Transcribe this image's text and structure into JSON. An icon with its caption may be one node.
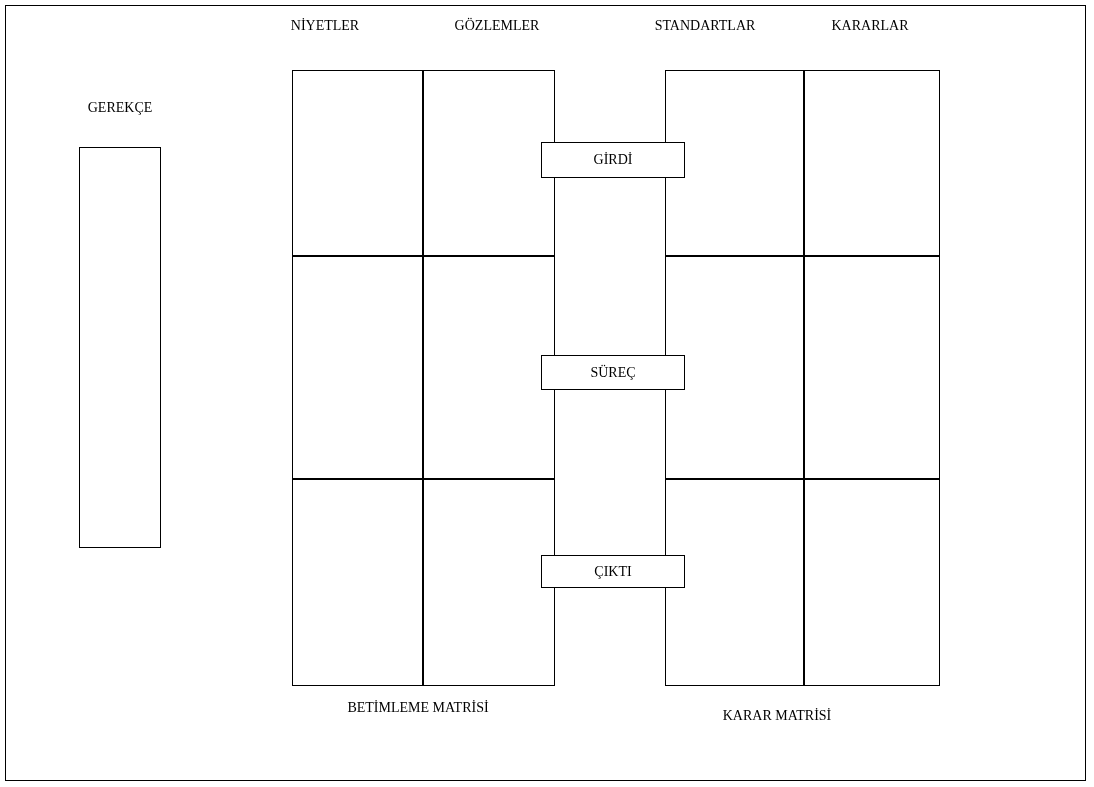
{
  "diagram": {
    "nodes": [
      {
        "text": [
          "GEREKÇE"
        ]
      },
      {
        "text": [
          "BETİMLEME MATRİSİ"
        ]
      },
      {
        "text": [],
        "shape": "box",
        "in": 1
      },
      {
        "text": [],
        "shape": "box",
        "in": 1
      },
      {
        "text": [],
        "shape": "box",
        "in": 1
      },
      {
        "text": [],
        "shape": "box",
        "in": 1
      },
      {
        "text": [],
        "shape": "box",
        "in": 1
      },
      {
        "text": [],
        "shape": "box",
        "in": 1
      },
      {
        "text": [
          "KARAR MATRİSİ"
        ]
      },
      {
        "text": [],
        "shape": "box",
        "in": 8
      },
      {
        "text": [],
        "shape": "box",
        "in": 8
      },
      {
        "text": [],
        "shape": "box",
        "in": 8
      },
      {
        "text": [],
        "shape": "box",
        "in": 8
      },
      {
        "text": [],
        "shape": "box",
        "in": 8
      },
      {
        "text": [],
        "shape": "box",
        "in": 8
      },
      {
        "text": [
          "GİRDİ"
        ]
      },
      {
        "text": [
          "SÜREÇ"
        ]
      },
      {
        "text": [
          "ÇIKTI"
        ]
      }
    ],
    "labels": [
      "NİYETLER",
      "GÖZLEMLER",
      "STANDARTLAR",
      "KARARLAR"
    ]
  }
}
